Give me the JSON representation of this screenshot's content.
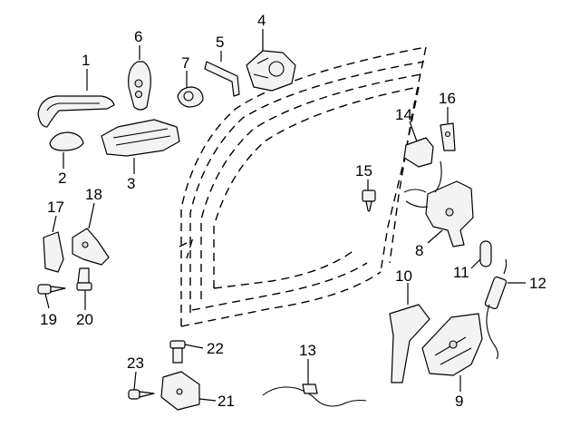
{
  "callouts": [
    {
      "id": "c1",
      "label": "1"
    },
    {
      "id": "c2",
      "label": "2"
    },
    {
      "id": "c3",
      "label": "3"
    },
    {
      "id": "c4",
      "label": "4"
    },
    {
      "id": "c5",
      "label": "5"
    },
    {
      "id": "c6",
      "label": "6"
    },
    {
      "id": "c7",
      "label": "7"
    },
    {
      "id": "c8",
      "label": "8"
    },
    {
      "id": "c9",
      "label": "9"
    },
    {
      "id": "c10",
      "label": "10"
    },
    {
      "id": "c11",
      "label": "11"
    },
    {
      "id": "c12",
      "label": "12"
    },
    {
      "id": "c13",
      "label": "13"
    },
    {
      "id": "c14",
      "label": "14"
    },
    {
      "id": "c15",
      "label": "15"
    },
    {
      "id": "c16",
      "label": "16"
    },
    {
      "id": "c17",
      "label": "17"
    },
    {
      "id": "c18",
      "label": "18"
    },
    {
      "id": "c19",
      "label": "19"
    },
    {
      "id": "c20",
      "label": "20"
    },
    {
      "id": "c21",
      "label": "21"
    },
    {
      "id": "c22",
      "label": "22"
    },
    {
      "id": "c23",
      "label": "23"
    }
  ],
  "colors": {
    "line": "#000000",
    "fill": "#f3f3f3",
    "shade": "#dcdcdc",
    "background": "#ffffff"
  }
}
